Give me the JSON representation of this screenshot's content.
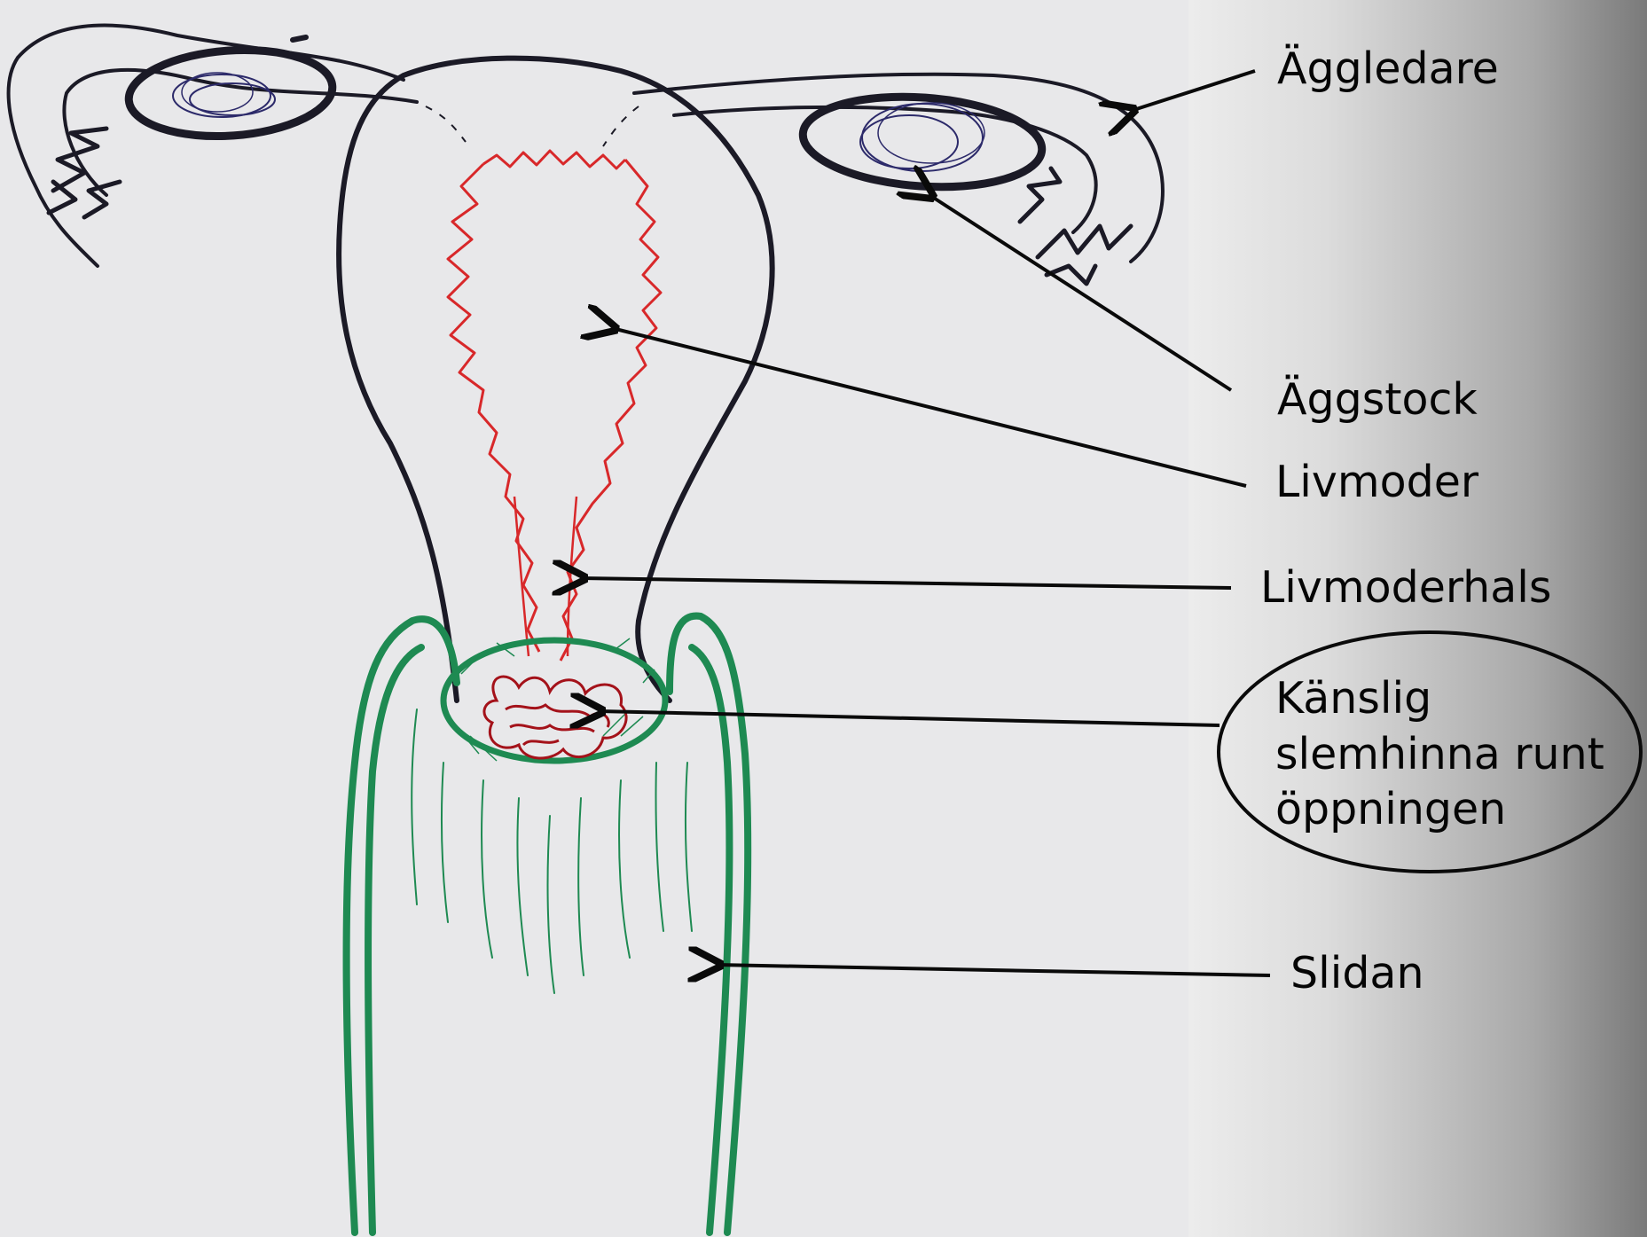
{
  "labels": {
    "fallopian_tube": "Äggledare",
    "ovary": "Äggstock",
    "uterus": "Livmoder",
    "cervix": "Livmoderhals",
    "sensitive_mucosa": [
      "Känslig",
      "slemhinna runt",
      "öppningen"
    ],
    "vagina": "Slidan"
  },
  "colors": {
    "outline": "#1b1a26",
    "ink_blue": "#2c2a6a",
    "inner_red": "#d8282a",
    "mucosa_dark_red": "#a4121a",
    "vagina_green": "#1e8a52",
    "arrow": "#0a0a0a"
  }
}
